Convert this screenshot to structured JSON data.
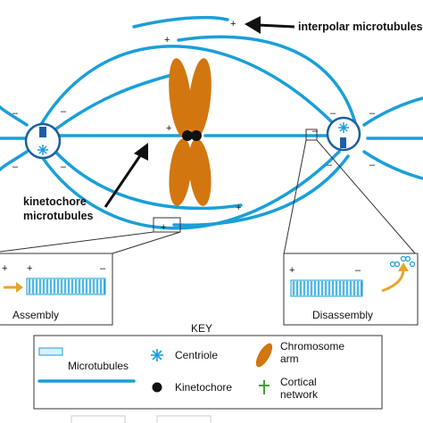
{
  "labels": {
    "interpolar": "interpolar microtubules",
    "kinetochore_line1": "kinetochore",
    "kinetochore_line2": "microtubules",
    "assembly": "Assembly",
    "disassembly": "Disassembly"
  },
  "key": {
    "title": "KEY",
    "items": {
      "microtubules": "Microtubules",
      "centriole": "Centriole",
      "kinetochore": "Kinetochore",
      "chromosome_arm_line1": "Chromosome",
      "chromosome_arm_line2": "arm",
      "cortical_line1": "Cortical",
      "cortical_line2": "network"
    }
  },
  "symbols": {
    "plus": "+",
    "minus": "–"
  },
  "colors": {
    "microtubule": "#1a9fd8",
    "centrosome_outline": "#1c5f9e",
    "centrosome_fill": "#ffffff",
    "centrosome_block": "#1d5fa8",
    "chromosome": "#d2760f",
    "kinetochore": "#111111",
    "arrow": "#111111",
    "assembly_arrow": "#e8a52a",
    "cortical": "#3aa23a",
    "box_outline": "#333333"
  }
}
